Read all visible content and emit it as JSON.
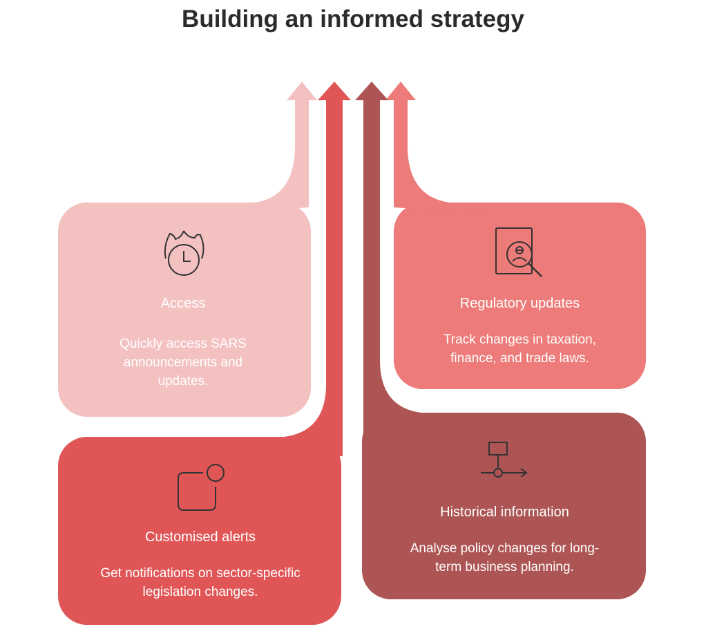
{
  "title": "Building an informed strategy",
  "colors": {
    "access": "#f4c1c1",
    "alerts": "#e05656",
    "history": "#ad5554",
    "regulatory": "#ed7b79",
    "icon_stroke": "#333333",
    "text": "#ffffff"
  },
  "cards": {
    "access": {
      "heading": "Access",
      "body": "Quickly access SARS announcements and updates.",
      "icon": "clock-fire-icon"
    },
    "alerts": {
      "heading": "Customised alerts",
      "body": "Get notifications on sector-specific legislation changes.",
      "icon": "notification-icon"
    },
    "regulatory": {
      "heading": "Regulatory updates",
      "body": "Track changes in taxation, finance, and trade laws.",
      "icon": "document-search-icon"
    },
    "history": {
      "heading": "Historical information",
      "body": "Analyse policy changes for long-term business planning.",
      "icon": "flowchart-icon"
    }
  }
}
